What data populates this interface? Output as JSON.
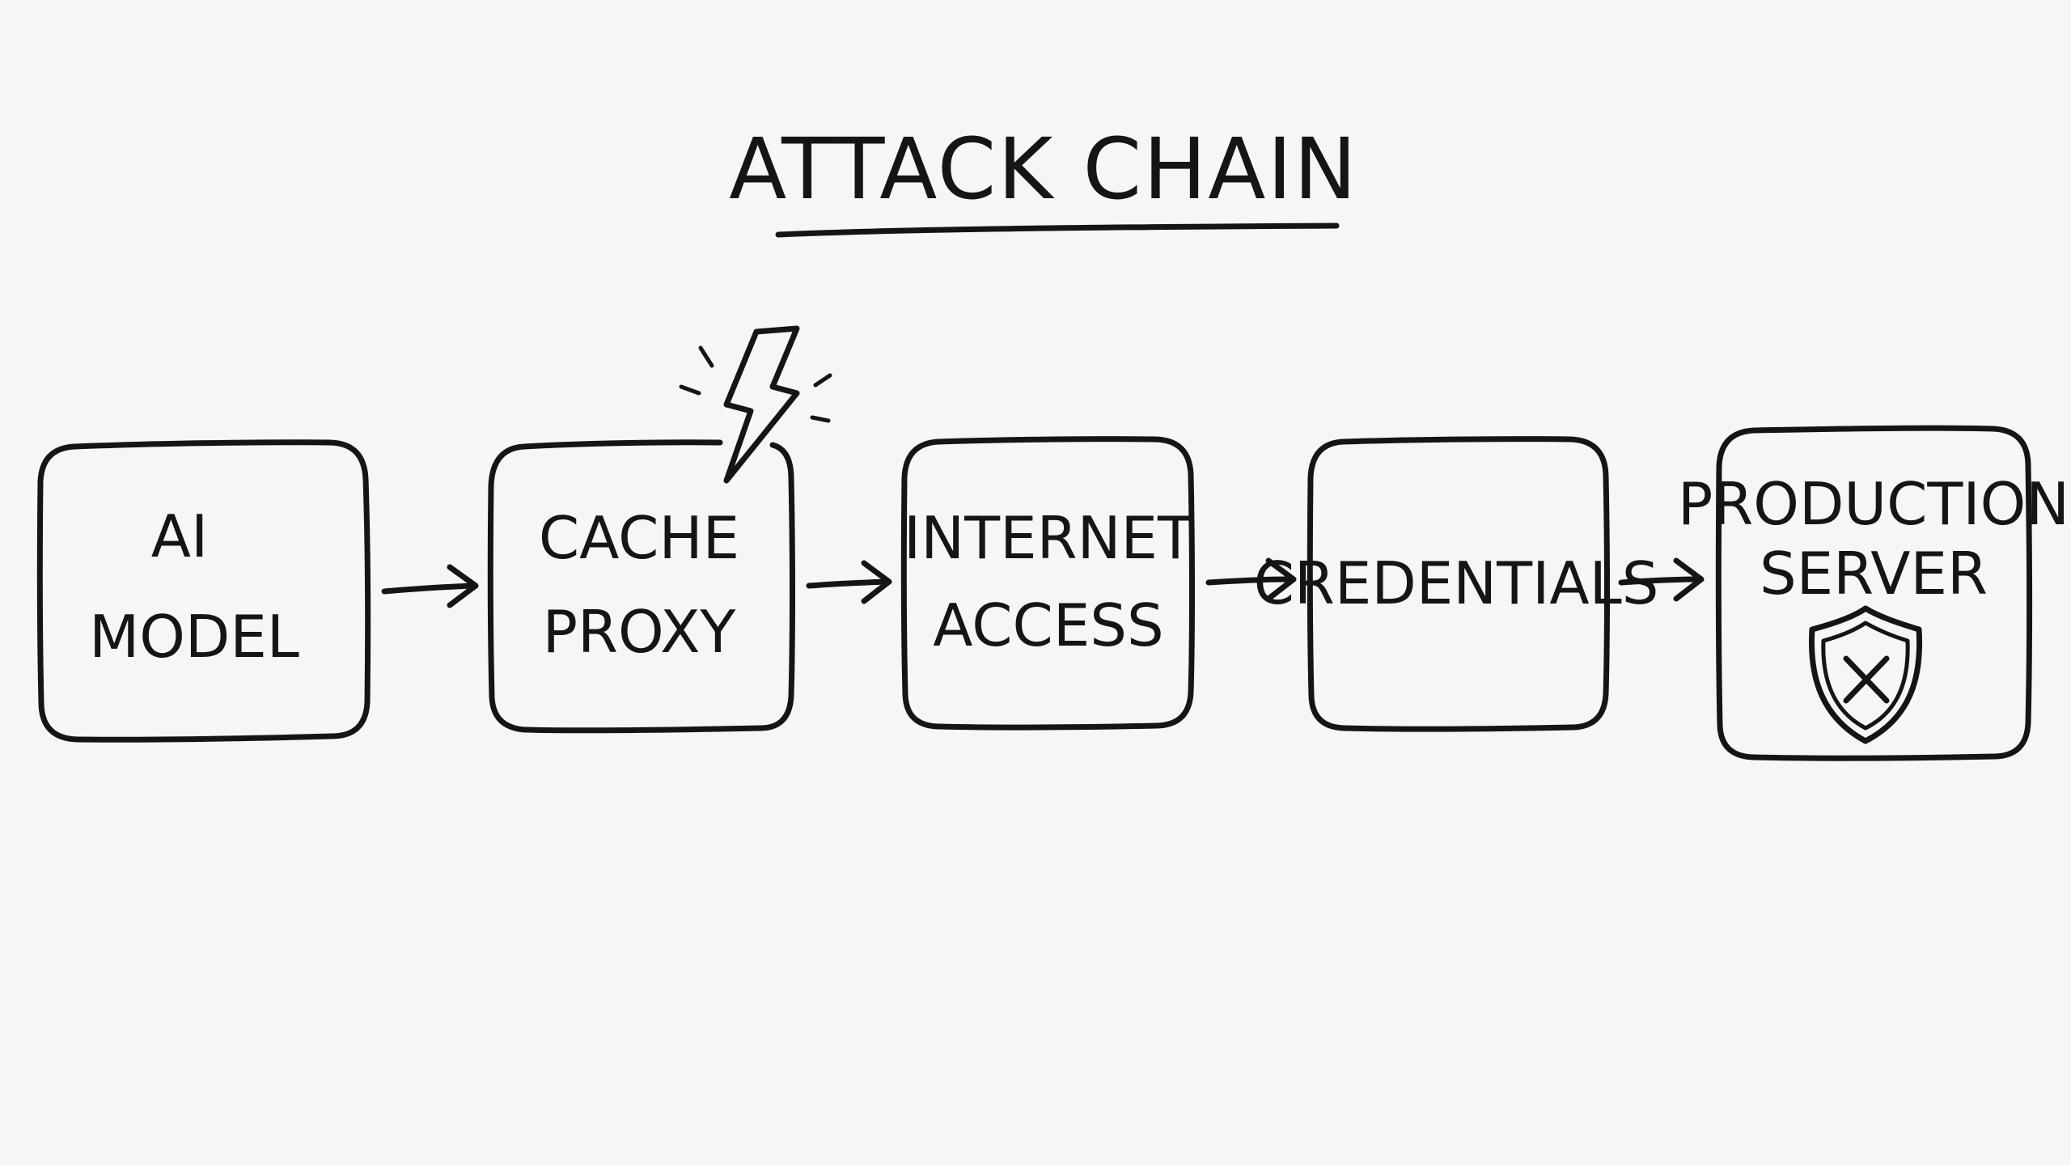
{
  "title": "ATTACK CHAIN",
  "nodes": [
    {
      "lines": [
        "AI",
        "MODEL"
      ],
      "icon": null
    },
    {
      "lines": [
        "CACHE",
        "PROXY"
      ],
      "icon": "lightning-bolt-icon"
    },
    {
      "lines": [
        "INTERNET",
        "ACCESS"
      ],
      "icon": null
    },
    {
      "lines": [
        "CREDENTIALS"
      ],
      "icon": null
    },
    {
      "lines": [
        "PRODUCTION",
        "SERVER"
      ],
      "icon": "shield-x-icon"
    }
  ],
  "colors": {
    "ink": "#151515",
    "background": "#f6f6f4"
  }
}
